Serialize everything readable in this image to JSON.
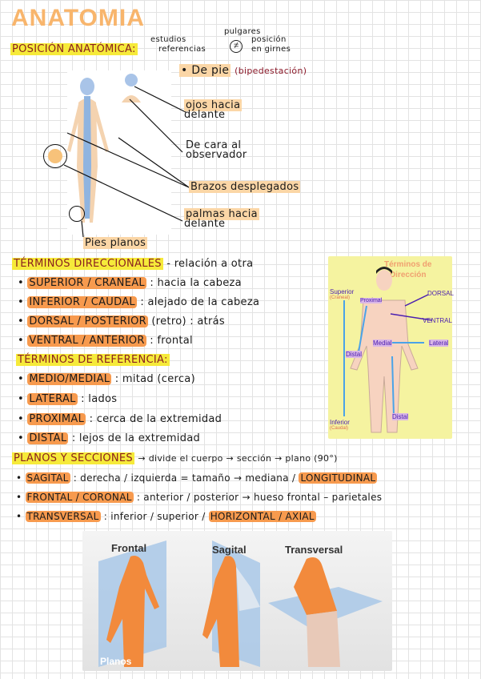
{
  "title": "ANATOMIA",
  "posicion": {
    "heading": "POSICIÓN ANATÓMICA:",
    "note1": "estudios",
    "note2": "referencias",
    "pulgares": "pulgares",
    "neq": "≠",
    "posicion1": "posición",
    "posicion2": "en girnes",
    "de_pie": "• De pie",
    "bipedestacion": "(bipedestación)",
    "labels": {
      "ojos1": "ojos hacia",
      "ojos2": "delante",
      "cara1": "De cara al",
      "cara2": "observador",
      "brazos": "Brazos desplegados",
      "palmas1": "palmas hacia",
      "palmas2": "delante",
      "pies": "Pies planos"
    }
  },
  "direccionales": {
    "heading": "TÉRMINOS DIRECCIONALES",
    "sub": "- relación a otra",
    "items": [
      {
        "term": "SUPERIOR / CRANEAL",
        "desc": ": hacia la cabeza"
      },
      {
        "term": "INFERIOR / CAUDAL",
        "desc": ": alejado de la cabeza"
      },
      {
        "term": "DORSAL / POSTERIOR",
        "desc": "(retro) : atrás"
      },
      {
        "term": "VENTRAL / ANTERIOR",
        "desc": ": frontal"
      }
    ]
  },
  "referencia": {
    "heading": "TÉRMINOS DE REFERENCIA:",
    "items": [
      {
        "term": "MEDIO/MEDIAL",
        "desc": ": mitad (cerca)"
      },
      {
        "term": "LATERAL",
        "desc": ": lados"
      },
      {
        "term": "PROXIMAL",
        "desc": ": cerca de la extremidad"
      },
      {
        "term": "DISTAL",
        "desc": ": lejos de la extremidad"
      }
    ]
  },
  "direccion_image": {
    "title1": "Términos de",
    "title2": "Dirección",
    "superior": "Superior",
    "craneal": "(Craneal)",
    "inferior": "Inferior",
    "caudal": "(Caudal)",
    "proximal": "Proximal",
    "distal": "Distal",
    "dorsal": "DORSAL",
    "ventral": "VENTRAL",
    "medial": "Medial",
    "lateral": "Lateral",
    "distal2": "Distal"
  },
  "planos": {
    "heading": "PLANOS Y SECCIONES",
    "sub": "→ divide el cuerpo → sección → plano (90°)",
    "items": [
      {
        "term": "SAGITAL",
        "desc": ": derecha / izquierda  = tamaño → mediana /",
        "extra": "LONGITUDINAL"
      },
      {
        "term": "FRONTAL / CORONAL",
        "desc": ": anterior / posterior → hueso frontal – parietales",
        "extra": ""
      },
      {
        "term": "TRANSVERSAL",
        "desc": ": inferior / superior /",
        "extra": "HORIZONTAL / AXIAL"
      }
    ]
  },
  "planos_image": {
    "frontal": "Frontal",
    "sagital": "Sagital",
    "transversal": "Transversal",
    "caption": "Planos"
  },
  "colors": {
    "title": "#f8b56c",
    "yellow_highlight": "#f6ea3a",
    "orange_highlight": "#f79a4e",
    "heading_text": "#8a2020",
    "body_blue": "#8fb4e0",
    "body_orange": "#f28a3c"
  }
}
